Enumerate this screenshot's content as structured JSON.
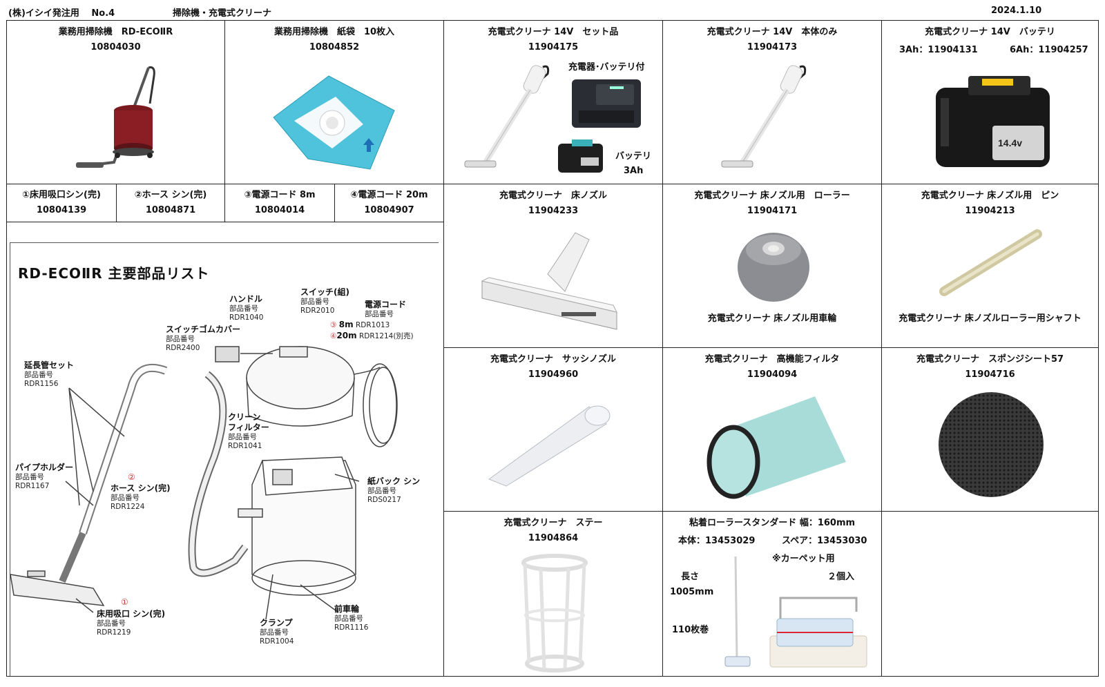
{
  "header": {
    "left": "(株)イシイ発注用　 No.4",
    "category": "掃除機・充電式クリーナ",
    "date": "2024.1.10"
  },
  "row1": [
    {
      "title": "業務用掃除機　RD-ECOⅡR",
      "code": "10804030"
    },
    {
      "title": "業務用掃除機　紙袋　10枚入",
      "code": "10804852"
    },
    {
      "title": "充電式クリーナ 14V　セット品",
      "code": "11904175",
      "note1": "充電器･バッテリ付",
      "note2": "バッテリ",
      "note3": "3Ah"
    },
    {
      "title": "充電式クリーナ 14V　本体のみ",
      "code": "11904173"
    },
    {
      "title": "充電式クリーナ 14V　バッテリ",
      "code_a": "3Ah：11904131",
      "code_b": "6Ah：11904257"
    }
  ],
  "small": [
    {
      "title": "①床用吸口シン(完)",
      "code": "10804139"
    },
    {
      "title": "②ホース シン(完)",
      "code": "10804871"
    },
    {
      "title": "③電源コード 8m",
      "code": "10804014"
    },
    {
      "title": "④電源コード 20m",
      "code": "10804907"
    }
  ],
  "row2": [
    {
      "title": "充電式クリーナ　床ノズル",
      "code": "11904233"
    },
    {
      "title": "充電式クリーナ 床ノズル用　ローラー",
      "code": "11904171",
      "caption": "充電式クリーナ 床ノズル用車輪"
    },
    {
      "title": "充電式クリーナ 床ノズル用　ピン",
      "code": "11904213",
      "caption": "充電式クリーナ 床ノズルローラー用シャフト"
    }
  ],
  "row3": [
    {
      "title": "充電式クリーナ　サッシノズル",
      "code": "11904960"
    },
    {
      "title": "充電式クリーナ　高機能フィルタ",
      "code": "11904094"
    },
    {
      "title": "充電式クリーナ　スポンジシート57",
      "code": "11904716"
    }
  ],
  "row4": [
    {
      "title": "充電式クリーナ　ステー",
      "code": "11904864"
    },
    {
      "title": "粘着ローラースタンダード 幅：160mm",
      "code_a": "本体：13453029",
      "code_b": "スペア：13453030",
      "note_carpet": "※カーペット用",
      "note_len": "長さ",
      "note_len_val": "1005mm",
      "note_roll": "110枚巻",
      "note_qty": "２個入"
    }
  ],
  "diagram": {
    "title": "RD-ECOⅡR 主要部品リスト",
    "pn": "部品番号",
    "parts": [
      {
        "name": "ハンドル",
        "no": "RDR1040"
      },
      {
        "name": "スイッチ(組)",
        "no": "RDR2010"
      },
      {
        "name": "電源コード",
        "no": ""
      },
      {
        "name": "スイッチゴムカバー",
        "no": "RDR2400"
      },
      {
        "name": "延長管セット",
        "no": "RDR1156"
      },
      {
        "name": "クリーン",
        "name2": "フィルター",
        "no": "RDR1041"
      },
      {
        "name": "パイプホルダー",
        "no": "RDR1167"
      },
      {
        "name": "ホース シン(完)",
        "no": "RDR1224"
      },
      {
        "name": "紙バック シン",
        "no": "RDS0217"
      },
      {
        "name": "床用吸口 シン(完)",
        "no": "RDR1219"
      },
      {
        "name": "前車輪",
        "no": "RDR1116"
      },
      {
        "name": "クランプ",
        "no": "RDR1004"
      }
    ],
    "cord8": {
      "num": "③",
      "len": "8m",
      "no": "RDR1013"
    },
    "cord20": {
      "num": "④",
      "len": "20m",
      "no": "RDR1214(別売)"
    },
    "circle1": "①",
    "circle2": "②"
  }
}
